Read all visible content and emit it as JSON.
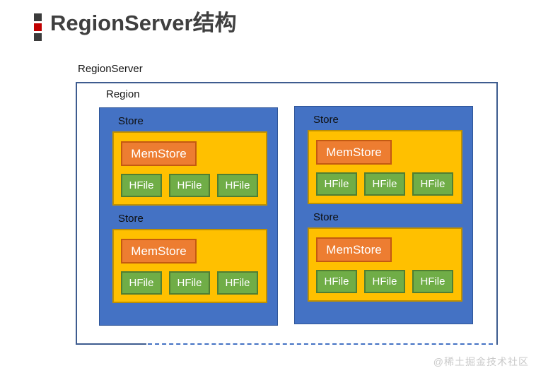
{
  "slide": {
    "title": "RegionServer结构",
    "watermark": "@稀土掘金技术社区"
  },
  "diagram": {
    "regionserver_label": "RegionServer",
    "region_label": "Region",
    "groups": [
      {
        "stores": [
          {
            "label": "Store",
            "memstore": "MemStore",
            "hfiles": [
              "HFile",
              "HFile",
              "HFile"
            ]
          },
          {
            "label": "Store",
            "memstore": "MemStore",
            "hfiles": [
              "HFile",
              "HFile",
              "HFile"
            ]
          }
        ]
      },
      {
        "stores": [
          {
            "label": "Store",
            "memstore": "MemStore",
            "hfiles": [
              "HFile",
              "HFile",
              "HFile"
            ]
          },
          {
            "label": "Store",
            "memstore": "MemStore",
            "hfiles": [
              "HFile",
              "HFile",
              "HFile"
            ]
          }
        ]
      }
    ]
  },
  "colors": {
    "blue": "#4472C4",
    "blue_border": "#2F5597",
    "gold": "#FFC000",
    "gold_border": "#BF9000",
    "orange": "#ED7D31",
    "orange_border": "#C45911",
    "green": "#70AD47",
    "green_border": "#507E32",
    "outline": "#3E5C8F",
    "dash": "#4472C4",
    "title_text": "#3F3F3F",
    "bullet_red": "#C00000",
    "bullet_gray": "#3B3B3B"
  }
}
